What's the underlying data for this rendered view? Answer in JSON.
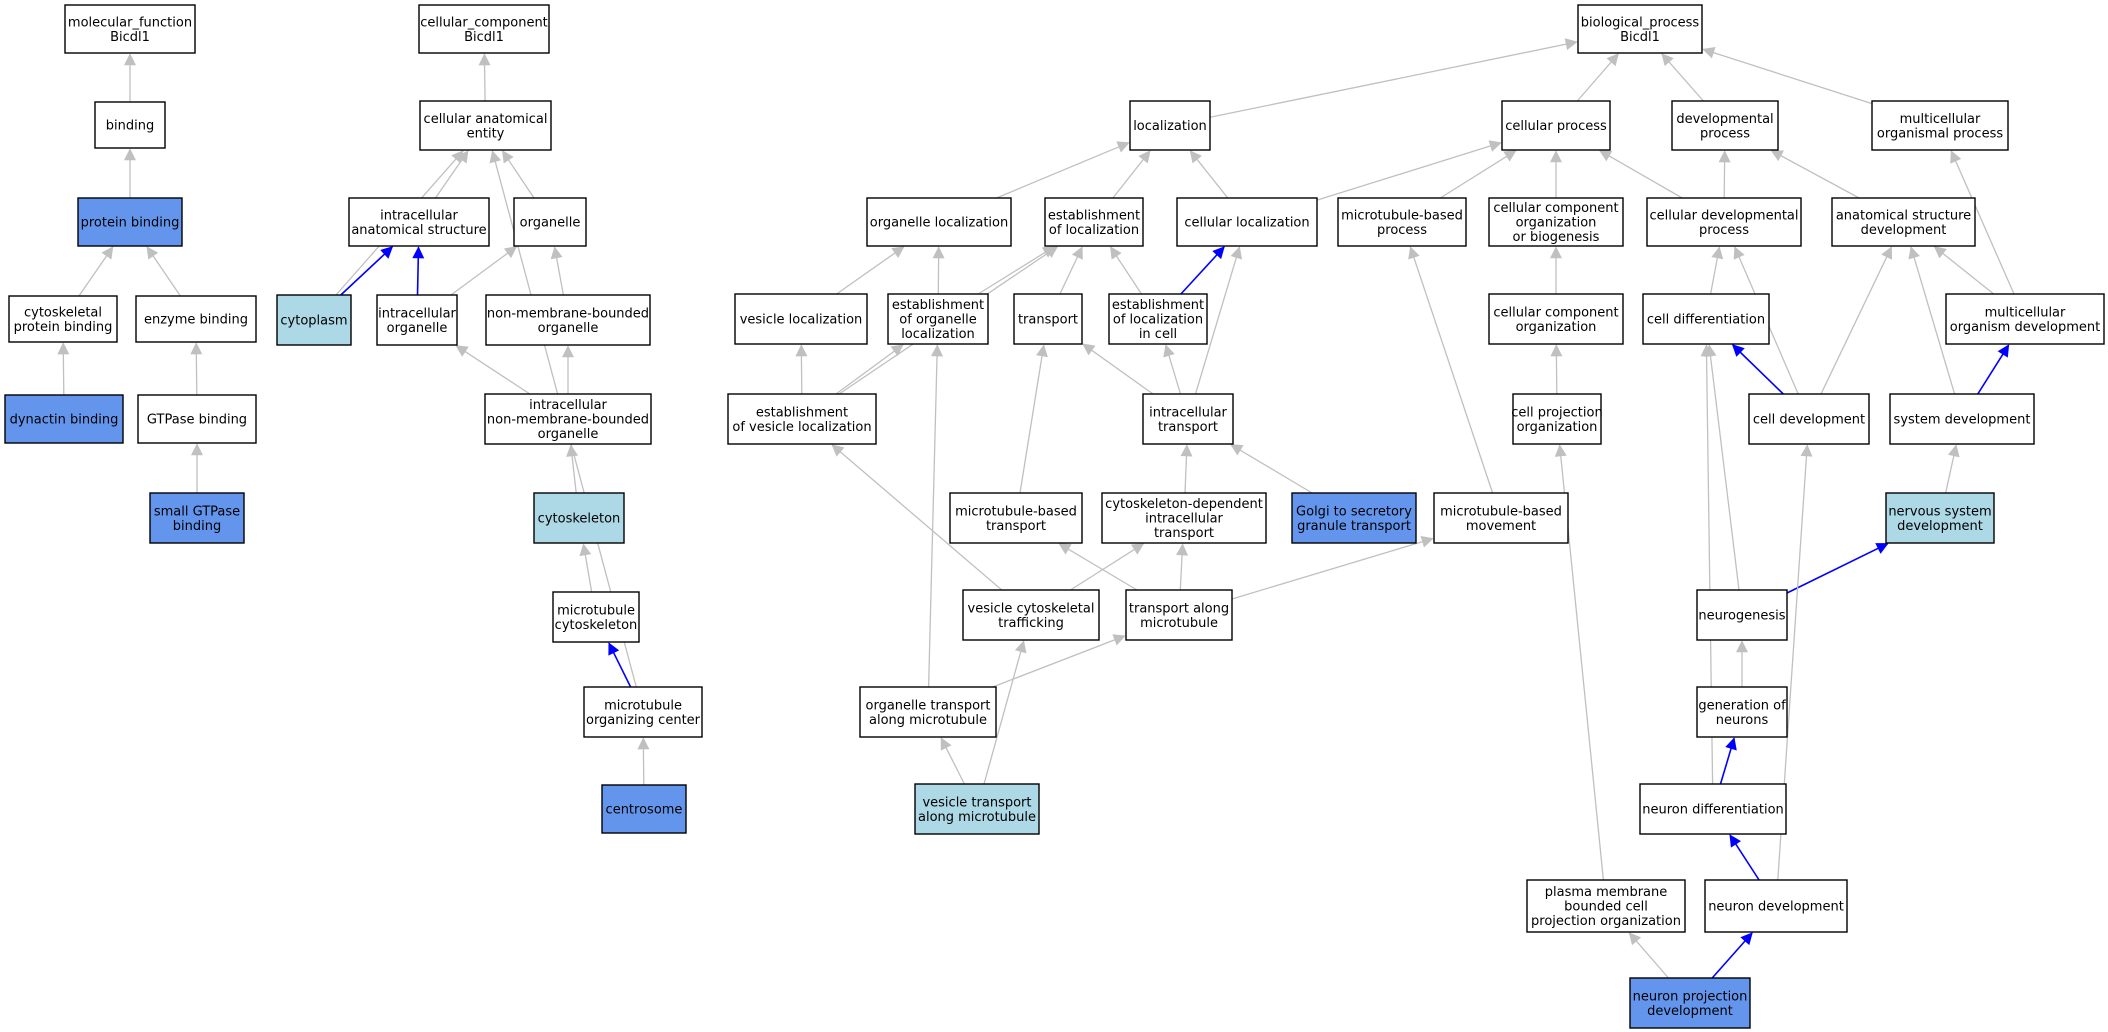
{
  "colors": {
    "node_fill_default": "#ffffff",
    "node_fill_annotated": "#6495ed",
    "node_fill_inferred": "#add8e6",
    "edge_grey": "#c0c0c0",
    "edge_blue": "#0000ff"
  },
  "nodes": [
    {
      "id": "mf_root",
      "lines": [
        "molecular_function",
        "Bicdl1"
      ],
      "fill": "white"
    },
    {
      "id": "binding",
      "lines": [
        "binding"
      ],
      "fill": "white"
    },
    {
      "id": "protein_binding",
      "lines": [
        "protein binding"
      ],
      "fill": "annotated"
    },
    {
      "id": "cytoskeletal_protein_binding",
      "lines": [
        "cytoskeletal",
        "protein binding"
      ],
      "fill": "white"
    },
    {
      "id": "enzyme_binding",
      "lines": [
        "enzyme binding"
      ],
      "fill": "white"
    },
    {
      "id": "dynactin_binding",
      "lines": [
        "dynactin binding"
      ],
      "fill": "annotated"
    },
    {
      "id": "gtpase_binding",
      "lines": [
        "GTPase binding"
      ],
      "fill": "white"
    },
    {
      "id": "small_gtpase_binding",
      "lines": [
        "small GTPase",
        "binding"
      ],
      "fill": "annotated"
    },
    {
      "id": "cc_root",
      "lines": [
        "cellular_component",
        "Bicdl1"
      ],
      "fill": "white"
    },
    {
      "id": "cellular_anatomical_entity",
      "lines": [
        "cellular anatomical",
        "entity"
      ],
      "fill": "white"
    },
    {
      "id": "intracellular_anatomical_structure",
      "lines": [
        "intracellular",
        "anatomical structure"
      ],
      "fill": "white"
    },
    {
      "id": "organelle",
      "lines": [
        "organelle"
      ],
      "fill": "white"
    },
    {
      "id": "cytoplasm",
      "lines": [
        "cytoplasm"
      ],
      "fill": "inferred"
    },
    {
      "id": "intracellular_organelle",
      "lines": [
        "intracellular",
        "organelle"
      ],
      "fill": "white"
    },
    {
      "id": "non_membrane_bounded_organelle",
      "lines": [
        "non-membrane-bounded",
        "organelle"
      ],
      "fill": "white"
    },
    {
      "id": "intracellular_non_membrane_bounded_organelle",
      "lines": [
        "intracellular",
        "non-membrane-bounded",
        "organelle"
      ],
      "fill": "white"
    },
    {
      "id": "cytoskeleton",
      "lines": [
        "cytoskeleton"
      ],
      "fill": "inferred"
    },
    {
      "id": "microtubule_cytoskeleton",
      "lines": [
        "microtubule",
        "cytoskeleton"
      ],
      "fill": "white"
    },
    {
      "id": "microtubule_organizing_center",
      "lines": [
        "microtubule",
        "organizing center"
      ],
      "fill": "white"
    },
    {
      "id": "centrosome",
      "lines": [
        "centrosome"
      ],
      "fill": "annotated"
    },
    {
      "id": "bp_root",
      "lines": [
        "biological_process",
        "Bicdl1"
      ],
      "fill": "white"
    },
    {
      "id": "localization",
      "lines": [
        "localization"
      ],
      "fill": "white"
    },
    {
      "id": "cellular_process",
      "lines": [
        "cellular process"
      ],
      "fill": "white"
    },
    {
      "id": "developmental_process",
      "lines": [
        "developmental",
        "process"
      ],
      "fill": "white"
    },
    {
      "id": "multicellular_organismal_process",
      "lines": [
        "multicellular",
        "organismal process"
      ],
      "fill": "white"
    },
    {
      "id": "organelle_localization",
      "lines": [
        "organelle localization"
      ],
      "fill": "white"
    },
    {
      "id": "establishment_of_localization",
      "lines": [
        "establishment",
        "of localization"
      ],
      "fill": "white"
    },
    {
      "id": "cellular_localization",
      "lines": [
        "cellular localization"
      ],
      "fill": "white"
    },
    {
      "id": "microtubule_based_process",
      "lines": [
        "microtubule-based",
        "process"
      ],
      "fill": "white"
    },
    {
      "id": "cellular_component_organization_or_biogenesis",
      "lines": [
        "cellular component",
        "organization",
        "or biogenesis"
      ],
      "fill": "white"
    },
    {
      "id": "cellular_developmental_process",
      "lines": [
        "cellular developmental",
        "process"
      ],
      "fill": "white"
    },
    {
      "id": "anatomical_structure_development",
      "lines": [
        "anatomical structure",
        "development"
      ],
      "fill": "white"
    },
    {
      "id": "vesicle_localization",
      "lines": [
        "vesicle localization"
      ],
      "fill": "white"
    },
    {
      "id": "establishment_of_organelle_localization",
      "lines": [
        "establishment",
        "of organelle",
        "localization"
      ],
      "fill": "white"
    },
    {
      "id": "transport",
      "lines": [
        "transport"
      ],
      "fill": "white"
    },
    {
      "id": "establishment_of_localization_in_cell",
      "lines": [
        "establishment",
        "of localization",
        "in cell"
      ],
      "fill": "white"
    },
    {
      "id": "cellular_component_organization",
      "lines": [
        "cellular component",
        "organization"
      ],
      "fill": "white"
    },
    {
      "id": "cell_differentiation",
      "lines": [
        "cell differentiation"
      ],
      "fill": "white"
    },
    {
      "id": "multicellular_organism_development",
      "lines": [
        "multicellular",
        "organism development"
      ],
      "fill": "white"
    },
    {
      "id": "establishment_of_vesicle_localization",
      "lines": [
        "establishment",
        "of vesicle localization"
      ],
      "fill": "white"
    },
    {
      "id": "intracellular_transport",
      "lines": [
        "intracellular",
        "transport"
      ],
      "fill": "white"
    },
    {
      "id": "cell_projection_organization",
      "lines": [
        "cell projection",
        "organization"
      ],
      "fill": "white"
    },
    {
      "id": "cell_development",
      "lines": [
        "cell development"
      ],
      "fill": "white"
    },
    {
      "id": "system_development",
      "lines": [
        "system development"
      ],
      "fill": "white"
    },
    {
      "id": "microtubule_based_transport",
      "lines": [
        "microtubule-based",
        "transport"
      ],
      "fill": "white"
    },
    {
      "id": "cytoskeleton_dependent_intracellular_transport",
      "lines": [
        "cytoskeleton-dependent",
        "intracellular",
        "transport"
      ],
      "fill": "white"
    },
    {
      "id": "golgi_to_secretory_granule_transport",
      "lines": [
        "Golgi to secretory",
        "granule transport"
      ],
      "fill": "annotated"
    },
    {
      "id": "microtubule_based_movement",
      "lines": [
        "microtubule-based",
        "movement"
      ],
      "fill": "white"
    },
    {
      "id": "nervous_system_development",
      "lines": [
        "nervous system",
        "development"
      ],
      "fill": "inferred"
    },
    {
      "id": "vesicle_cytoskeletal_trafficking",
      "lines": [
        "vesicle cytoskeletal",
        "trafficking"
      ],
      "fill": "white"
    },
    {
      "id": "transport_along_microtubule",
      "lines": [
        "transport along",
        "microtubule"
      ],
      "fill": "white"
    },
    {
      "id": "neurogenesis",
      "lines": [
        "neurogenesis"
      ],
      "fill": "white"
    },
    {
      "id": "organelle_transport_along_microtubule",
      "lines": [
        "organelle transport",
        "along microtubule"
      ],
      "fill": "white"
    },
    {
      "id": "generation_of_neurons",
      "lines": [
        "generation of",
        "neurons"
      ],
      "fill": "white"
    },
    {
      "id": "vesicle_transport_along_microtubule",
      "lines": [
        "vesicle transport",
        "along microtubule"
      ],
      "fill": "inferred"
    },
    {
      "id": "neuron_differentiation",
      "lines": [
        "neuron differentiation"
      ],
      "fill": "white"
    },
    {
      "id": "plasma_membrane_bounded_cell_projection_organization",
      "lines": [
        "plasma membrane",
        "bounded cell",
        "projection organization"
      ],
      "fill": "white"
    },
    {
      "id": "neuron_development",
      "lines": [
        "neuron development"
      ],
      "fill": "white"
    },
    {
      "id": "neuron_projection_development",
      "lines": [
        "neuron projection",
        "development"
      ],
      "fill": "annotated"
    }
  ],
  "edges": [
    {
      "from": "binding",
      "to": "mf_root",
      "kind": "is_a"
    },
    {
      "from": "protein_binding",
      "to": "binding",
      "kind": "is_a"
    },
    {
      "from": "cytoskeletal_protein_binding",
      "to": "protein_binding",
      "kind": "is_a"
    },
    {
      "from": "enzyme_binding",
      "to": "protein_binding",
      "kind": "is_a"
    },
    {
      "from": "dynactin_binding",
      "to": "cytoskeletal_protein_binding",
      "kind": "is_a"
    },
    {
      "from": "gtpase_binding",
      "to": "enzyme_binding",
      "kind": "is_a"
    },
    {
      "from": "small_gtpase_binding",
      "to": "gtpase_binding",
      "kind": "is_a"
    },
    {
      "from": "cellular_anatomical_entity",
      "to": "cc_root",
      "kind": "is_a"
    },
    {
      "from": "intracellular_anatomical_structure",
      "to": "cellular_anatomical_entity",
      "kind": "is_a"
    },
    {
      "from": "organelle",
      "to": "cellular_anatomical_entity",
      "kind": "is_a"
    },
    {
      "from": "cytoplasm",
      "to": "cellular_anatomical_entity",
      "kind": "is_a"
    },
    {
      "from": "cytoplasm",
      "to": "intracellular_anatomical_structure",
      "kind": "part_of"
    },
    {
      "from": "intracellular_organelle",
      "to": "intracellular_anatomical_structure",
      "kind": "part_of"
    },
    {
      "from": "intracellular_organelle",
      "to": "organelle",
      "kind": "is_a"
    },
    {
      "from": "non_membrane_bounded_organelle",
      "to": "organelle",
      "kind": "is_a"
    },
    {
      "from": "intracellular_non_membrane_bounded_organelle",
      "to": "intracellular_organelle",
      "kind": "is_a"
    },
    {
      "from": "intracellular_non_membrane_bounded_organelle",
      "to": "non_membrane_bounded_organelle",
      "kind": "is_a"
    },
    {
      "from": "cytoskeleton",
      "to": "intracellular_non_membrane_bounded_organelle",
      "kind": "is_a"
    },
    {
      "from": "microtubule_cytoskeleton",
      "to": "cytoskeleton",
      "kind": "is_a"
    },
    {
      "from": "microtubule_organizing_center",
      "to": "microtubule_cytoskeleton",
      "kind": "part_of"
    },
    {
      "from": "microtubule_organizing_center",
      "to": "cellular_anatomical_entity",
      "kind": "is_a"
    },
    {
      "from": "centrosome",
      "to": "microtubule_organizing_center",
      "kind": "is_a"
    },
    {
      "from": "localization",
      "to": "bp_root",
      "kind": "is_a"
    },
    {
      "from": "cellular_process",
      "to": "bp_root",
      "kind": "is_a"
    },
    {
      "from": "developmental_process",
      "to": "bp_root",
      "kind": "is_a"
    },
    {
      "from": "multicellular_organismal_process",
      "to": "bp_root",
      "kind": "is_a"
    },
    {
      "from": "organelle_localization",
      "to": "localization",
      "kind": "is_a"
    },
    {
      "from": "establishment_of_localization",
      "to": "localization",
      "kind": "is_a"
    },
    {
      "from": "cellular_localization",
      "to": "localization",
      "kind": "is_a"
    },
    {
      "from": "cellular_localization",
      "to": "cellular_process",
      "kind": "is_a"
    },
    {
      "from": "microtubule_based_process",
      "to": "cellular_process",
      "kind": "is_a"
    },
    {
      "from": "cellular_component_organization_or_biogenesis",
      "to": "cellular_process",
      "kind": "is_a"
    },
    {
      "from": "cellular_developmental_process",
      "to": "cellular_process",
      "kind": "is_a"
    },
    {
      "from": "cellular_developmental_process",
      "to": "developmental_process",
      "kind": "is_a"
    },
    {
      "from": "anatomical_structure_development",
      "to": "developmental_process",
      "kind": "is_a"
    },
    {
      "from": "vesicle_localization",
      "to": "organelle_localization",
      "kind": "is_a"
    },
    {
      "from": "establishment_of_organelle_localization",
      "to": "organelle_localization",
      "kind": "is_a"
    },
    {
      "from": "establishment_of_organelle_localization",
      "to": "establishment_of_localization",
      "kind": "is_a"
    },
    {
      "from": "transport",
      "to": "establishment_of_localization",
      "kind": "is_a"
    },
    {
      "from": "establishment_of_localization_in_cell",
      "to": "establishment_of_localization",
      "kind": "is_a"
    },
    {
      "from": "establishment_of_localization_in_cell",
      "to": "cellular_localization",
      "kind": "part_of"
    },
    {
      "from": "cellular_component_organization",
      "to": "cellular_component_organization_or_biogenesis",
      "kind": "is_a"
    },
    {
      "from": "cell_differentiation",
      "to": "cellular_developmental_process",
      "kind": "is_a"
    },
    {
      "from": "multicellular_organism_development",
      "to": "anatomical_structure_development",
      "kind": "is_a"
    },
    {
      "from": "multicellular_organism_development",
      "to": "multicellular_organismal_process",
      "kind": "is_a"
    },
    {
      "from": "establishment_of_vesicle_localization",
      "to": "vesicle_localization",
      "kind": "is_a"
    },
    {
      "from": "establishment_of_vesicle_localization",
      "to": "establishment_of_organelle_localization",
      "kind": "is_a"
    },
    {
      "from": "establishment_of_vesicle_localization",
      "to": "establishment_of_localization",
      "kind": "is_a"
    },
    {
      "from": "intracellular_transport",
      "to": "transport",
      "kind": "is_a"
    },
    {
      "from": "intracellular_transport",
      "to": "establishment_of_localization_in_cell",
      "kind": "is_a"
    },
    {
      "from": "intracellular_transport",
      "to": "cellular_localization",
      "kind": "is_a"
    },
    {
      "from": "cell_projection_organization",
      "to": "cellular_component_organization",
      "kind": "is_a"
    },
    {
      "from": "cell_development",
      "to": "cell_differentiation",
      "kind": "part_of"
    },
    {
      "from": "cell_development",
      "to": "cellular_developmental_process",
      "kind": "is_a"
    },
    {
      "from": "cell_development",
      "to": "anatomical_structure_development",
      "kind": "is_a"
    },
    {
      "from": "system_development",
      "to": "anatomical_structure_development",
      "kind": "is_a"
    },
    {
      "from": "system_development",
      "to": "multicellular_organism_development",
      "kind": "part_of"
    },
    {
      "from": "microtubule_based_transport",
      "to": "transport",
      "kind": "is_a"
    },
    {
      "from": "cytoskeleton_dependent_intracellular_transport",
      "to": "intracellular_transport",
      "kind": "is_a"
    },
    {
      "from": "golgi_to_secretory_granule_transport",
      "to": "intracellular_transport",
      "kind": "is_a"
    },
    {
      "from": "microtubule_based_movement",
      "to": "microtubule_based_process",
      "kind": "is_a"
    },
    {
      "from": "nervous_system_development",
      "to": "system_development",
      "kind": "is_a"
    },
    {
      "from": "vesicle_cytoskeletal_trafficking",
      "to": "establishment_of_vesicle_localization",
      "kind": "is_a"
    },
    {
      "from": "vesicle_cytoskeletal_trafficking",
      "to": "cytoskeleton_dependent_intracellular_transport",
      "kind": "is_a"
    },
    {
      "from": "transport_along_microtubule",
      "to": "microtubule_based_transport",
      "kind": "is_a"
    },
    {
      "from": "transport_along_microtubule",
      "to": "cytoskeleton_dependent_intracellular_transport",
      "kind": "is_a"
    },
    {
      "from": "transport_along_microtubule",
      "to": "microtubule_based_movement",
      "kind": "is_a"
    },
    {
      "from": "neurogenesis",
      "to": "cell_differentiation",
      "kind": "is_a"
    },
    {
      "from": "neurogenesis",
      "to": "nervous_system_development",
      "kind": "part_of"
    },
    {
      "from": "organelle_transport_along_microtubule",
      "to": "establishment_of_organelle_localization",
      "kind": "is_a"
    },
    {
      "from": "organelle_transport_along_microtubule",
      "to": "transport_along_microtubule",
      "kind": "is_a"
    },
    {
      "from": "generation_of_neurons",
      "to": "neurogenesis",
      "kind": "is_a"
    },
    {
      "from": "vesicle_transport_along_microtubule",
      "to": "organelle_transport_along_microtubule",
      "kind": "is_a"
    },
    {
      "from": "vesicle_transport_along_microtubule",
      "to": "vesicle_cytoskeletal_trafficking",
      "kind": "is_a"
    },
    {
      "from": "neuron_differentiation",
      "to": "cell_differentiation",
      "kind": "is_a"
    },
    {
      "from": "neuron_differentiation",
      "to": "generation_of_neurons",
      "kind": "part_of"
    },
    {
      "from": "plasma_membrane_bounded_cell_projection_organization",
      "to": "cell_projection_organization",
      "kind": "is_a"
    },
    {
      "from": "neuron_development",
      "to": "cell_development",
      "kind": "is_a"
    },
    {
      "from": "neuron_development",
      "to": "neuron_differentiation",
      "kind": "part_of"
    },
    {
      "from": "neuron_projection_development",
      "to": "plasma_membrane_bounded_cell_projection_organization",
      "kind": "is_a"
    },
    {
      "from": "neuron_projection_development",
      "to": "neuron_development",
      "kind": "part_of"
    }
  ]
}
